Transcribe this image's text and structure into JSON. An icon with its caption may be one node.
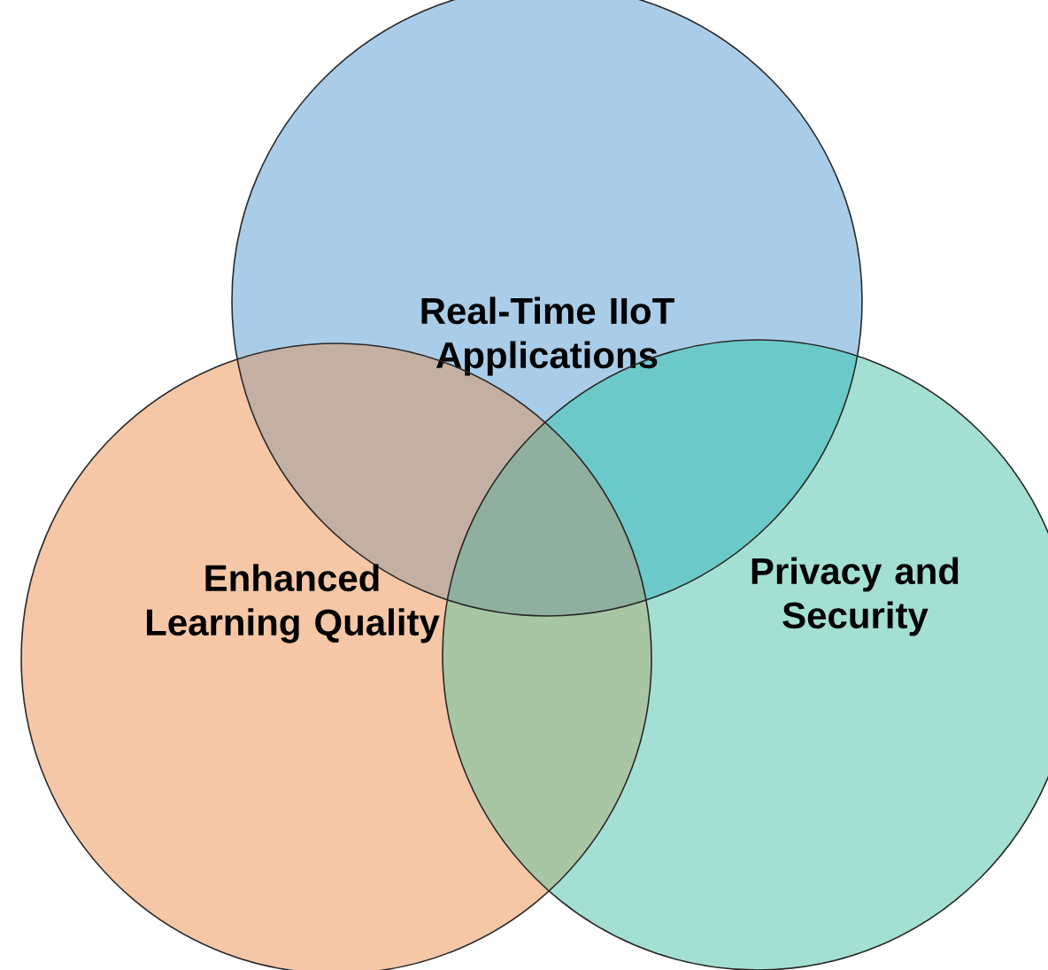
{
  "diagram": {
    "nodes": [
      {
        "text": [
          "Real-Time IIoT Applications"
        ]
      },
      {
        "text": [
          "Enhanced Learning Quality"
        ]
      },
      {
        "text": [
          "Privacy and Security"
        ]
      }
    ]
  }
}
